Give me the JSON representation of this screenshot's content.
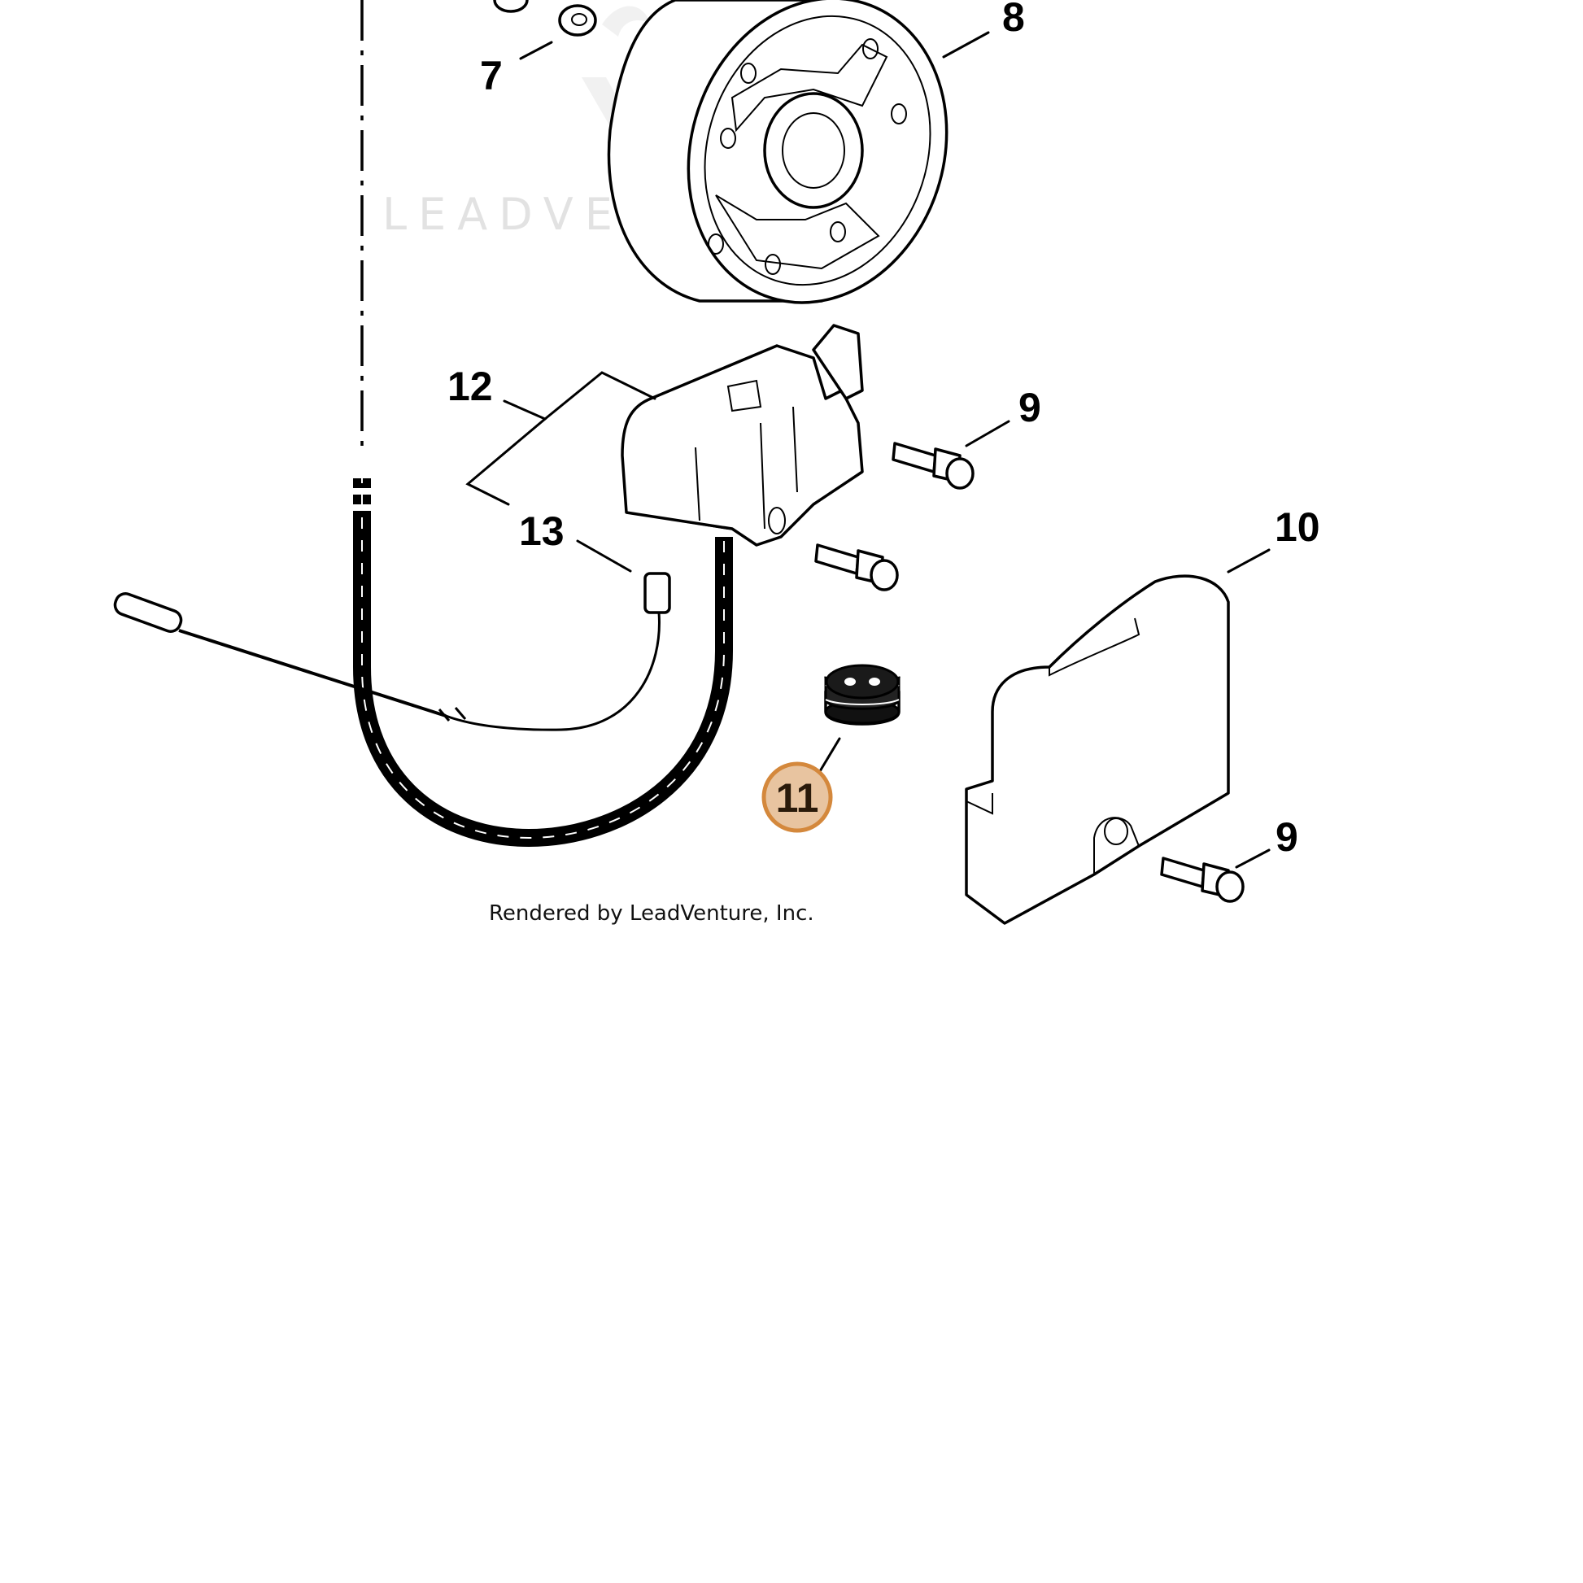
{
  "diagram": {
    "callouts": {
      "c7": "7",
      "c8": "8",
      "c9a": "9",
      "c9b": "9",
      "c10": "10",
      "c11": "11",
      "c12": "12",
      "c13": "13"
    },
    "highlighted_callout": "11",
    "highlight_color": "#e8c4a0",
    "highlight_border": "#d4883c",
    "credit": "Rendered by LeadVenture, Inc.",
    "watermark": "LEADVENTURE"
  }
}
